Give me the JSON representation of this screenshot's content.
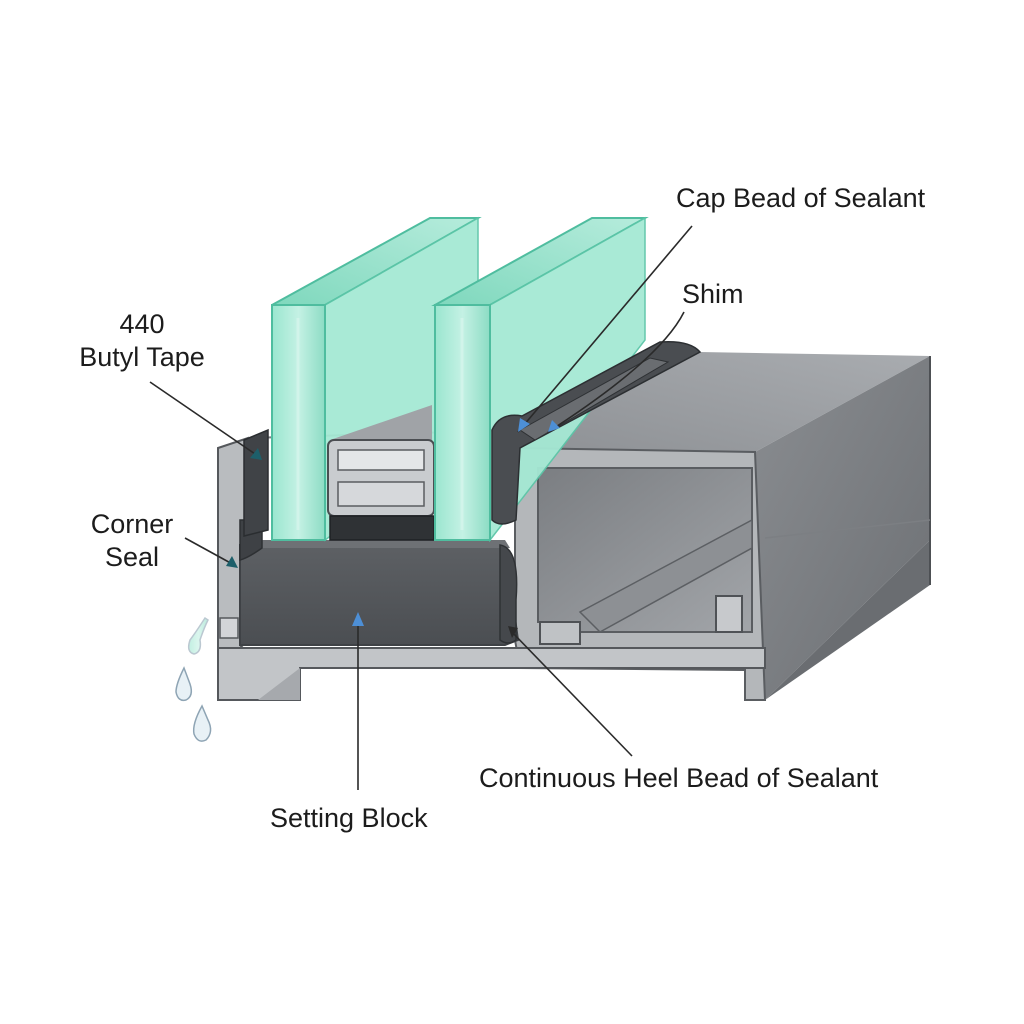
{
  "labels": {
    "cap_bead": "Cap Bead of Sealant",
    "shim": "Shim",
    "butyl_line1": "440",
    "butyl_line2": "Butyl Tape",
    "corner_line1": "Corner",
    "corner_line2": "Seal",
    "heel_bead": "Continuous Heel Bead of Sealant",
    "setting_block": "Setting Block"
  },
  "colors": {
    "background": "#ffffff",
    "glass": "#8fe0c8",
    "glass_edge": "#5fc9ad",
    "aluminum_dark": "#6f7276",
    "aluminum_mid": "#9a9ea2",
    "aluminum_light": "#c4c7ca",
    "setting_block": "#55585c",
    "sealant": "#3f4246",
    "leader": "#2a2a2a",
    "arrow_accent": "#4d8fd6",
    "water": "#d6e6f0"
  }
}
